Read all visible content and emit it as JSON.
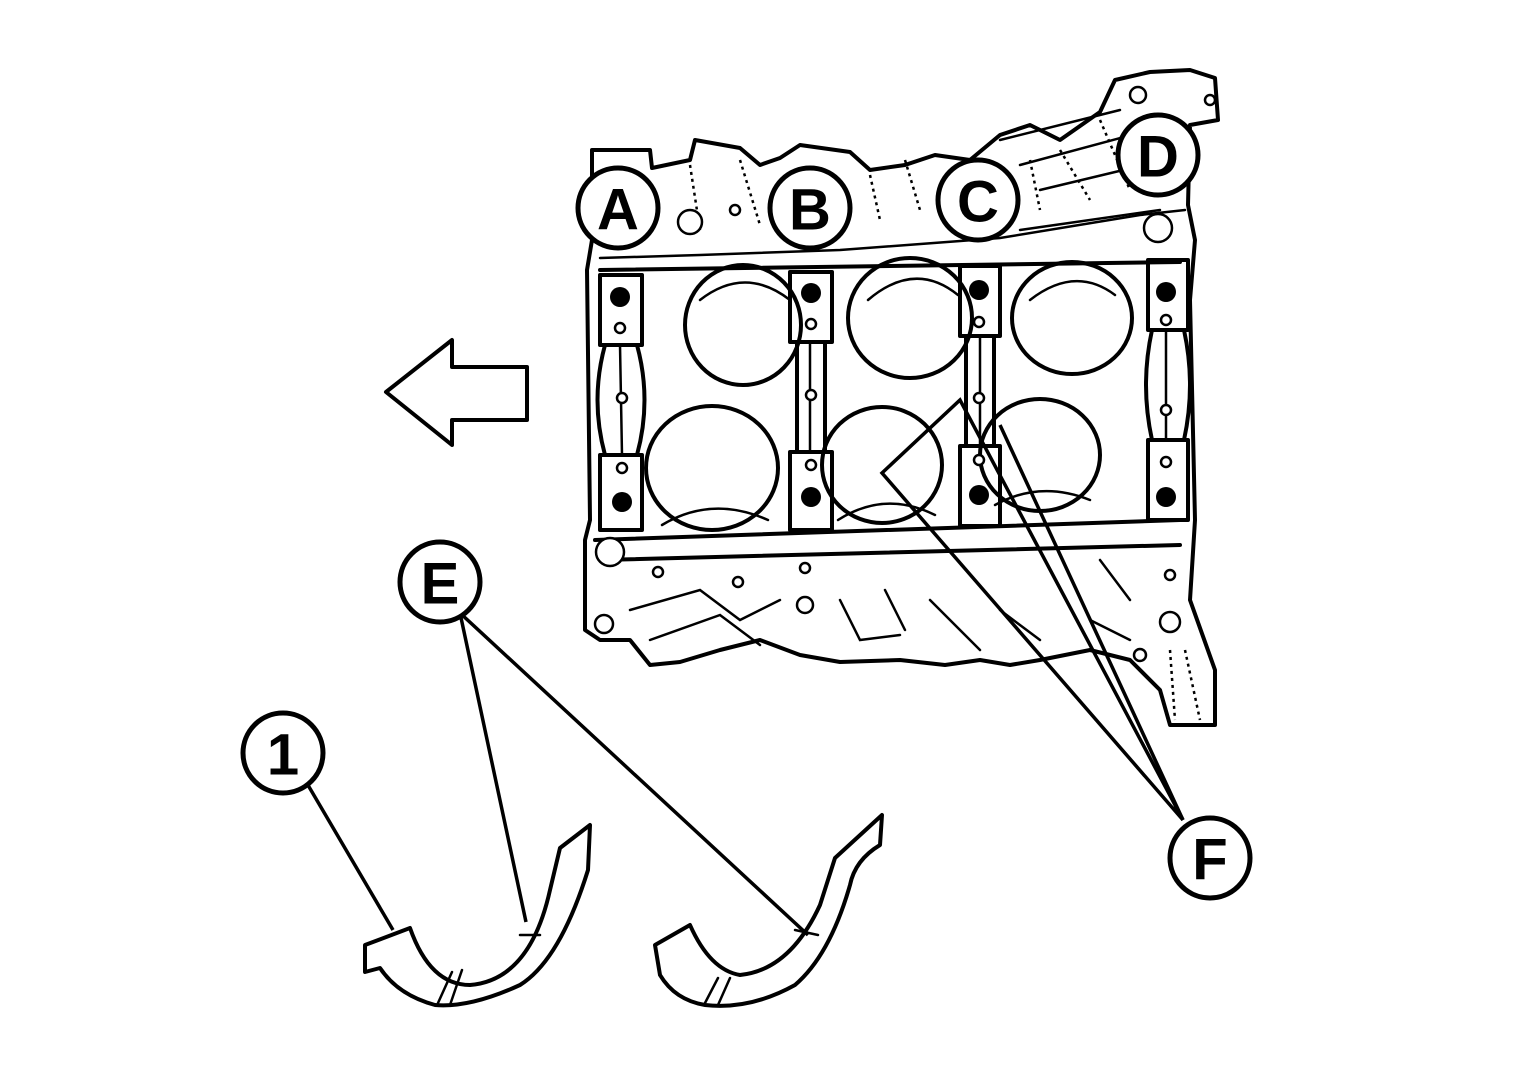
{
  "callouts": {
    "a": "A",
    "b": "B",
    "c": "C",
    "d": "D",
    "e": "E",
    "f": "F",
    "one": "1"
  },
  "icons": {
    "direction_arrow": "arrow-left-icon"
  }
}
